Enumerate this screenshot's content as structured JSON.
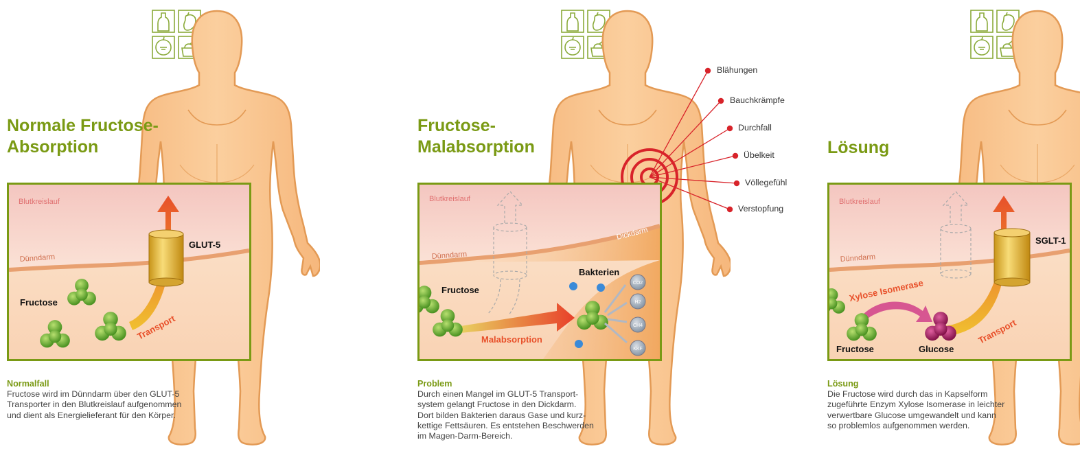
{
  "panels": [
    {
      "title_lines": [
        "Normale Fructose-",
        "Absorption"
      ],
      "inset": {
        "blood": "Blutkreislauf",
        "intestine": "Dünndarm",
        "transporter": "GLUT-5",
        "molecule": "Fructose",
        "arrow": "Transport"
      },
      "caption_title": "Normalfall",
      "caption_lines": [
        "Fructose wird im Dünndarm über den GLUT-5",
        "Transporter in den Blutkreislauf aufgenommen",
        "und dient als Energielieferant für den Körper."
      ]
    },
    {
      "title_lines": [
        "Fructose-",
        "Malabsorption"
      ],
      "inset": {
        "blood": "Blutkreislauf",
        "intestine": "Dünndarm",
        "colon": "Dickdarm",
        "molecule": "Fructose",
        "bacteria": "Bakterien",
        "arrow": "Malabsorption",
        "gases": [
          "CO2",
          "H2",
          "CH4",
          "KKF"
        ]
      },
      "symptoms": [
        "Blähungen",
        "Bauchkrämpfe",
        "Durchfall",
        "Übelkeit",
        "Völlegefühl",
        "Verstopfung"
      ],
      "caption_title": "Problem",
      "caption_lines": [
        "Durch einen Mangel im GLUT-5 Transport-",
        "system gelangt Fructose in den Dickdarm.",
        "Dort bilden Bakterien daraus Gase und kurz-",
        "kettige Fettsäuren. Es entstehen Beschwerden",
        "im Magen-Darm-Bereich."
      ]
    },
    {
      "title_lines": [
        "Lösung"
      ],
      "inset": {
        "blood": "Blutkreislauf",
        "intestine": "Dünndarm",
        "transporter": "SGLT-1",
        "enzyme": "Xylose Isomerase",
        "molecule": "Fructose",
        "product": "Glucose",
        "arrow": "Transport"
      },
      "caption_title": "Lösung",
      "caption_lines": [
        "Die Fructose wird durch das in Kapselform",
        "zugeführte Enzym Xylose Isomerase in leichter",
        "verwertbare Glucose umgewandelt und kann",
        "so problemlos aufgenommen werden."
      ]
    }
  ],
  "colors": {
    "title_green": "#7a9a14",
    "skin": "#f9c08a",
    "skin_outline": "#e8a060",
    "molecule_green": "#5aa02a",
    "arrow_orange": "#e8602a",
    "symptom_red": "#d8232a",
    "glucose_magenta": "#9a1a5a",
    "bacteria_blue": "#3a8ad8"
  }
}
